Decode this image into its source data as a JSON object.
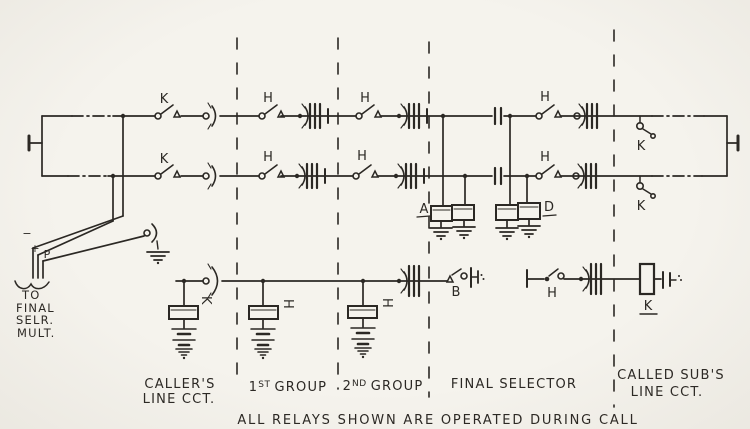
{
  "colors": {
    "paper": "#f5f3ed",
    "ink": "#2b2824"
  },
  "device_labels": {
    "k": "K",
    "h": "H",
    "a": "A",
    "b": "B",
    "d": "D"
  },
  "wire_tags": {
    "negative": "−",
    "positive": "+",
    "private": "P"
  },
  "left_note": {
    "lines": [
      "TO",
      "FINAL",
      "SELR.",
      "MULT."
    ]
  },
  "sections": [
    {
      "id": "callers-line",
      "line1": "CALLER'S",
      "line2": "LINE CCT."
    },
    {
      "id": "first-group",
      "num": "1",
      "sup": "ST",
      "rest": "GROUP"
    },
    {
      "id": "second-group",
      "num": "2",
      "sup": "ND",
      "rest": "GROUP"
    },
    {
      "id": "final-selector",
      "line1": "FINAL SELECTOR"
    },
    {
      "id": "called-subs-line",
      "line1": "CALLED SUB'S",
      "line2": "LINE CCT."
    }
  ],
  "caption": "ALL RELAYS SHOWN ARE OPERATED DURING CALL"
}
